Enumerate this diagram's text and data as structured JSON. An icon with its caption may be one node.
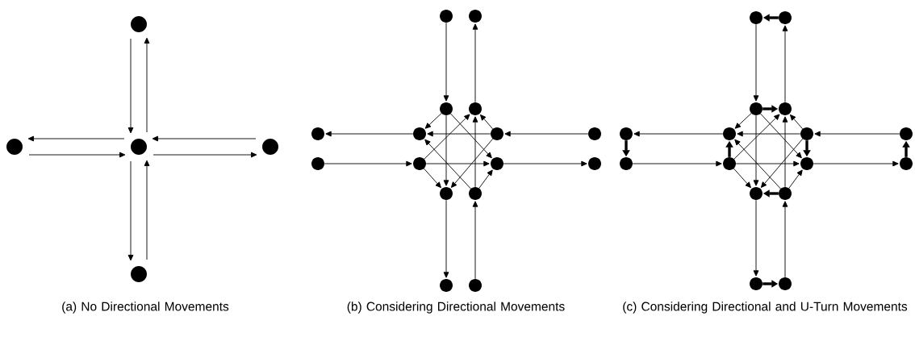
{
  "diagram": {
    "nodes": [
      {
        "text": [],
        "shape": "circle"
      },
      {
        "text": [],
        "shape": "circle"
      },
      {
        "text": [],
        "shape": "circle"
      },
      {
        "text": [],
        "shape": "circle"
      },
      {
        "text": [],
        "shape": "circle"
      },
      {
        "text": [],
        "shape": "circle"
      },
      {
        "text": [],
        "shape": "circle"
      },
      {
        "text": [],
        "shape": "circle"
      },
      {
        "text": [],
        "shape": "circle"
      },
      {
        "text": [],
        "shape": "circle"
      },
      {
        "text": [],
        "shape": "circle"
      },
      {
        "text": [],
        "shape": "circle"
      },
      {
        "text": [],
        "shape": "circle"
      },
      {
        "text": [],
        "shape": "circle"
      },
      {
        "text": [],
        "shape": "circle"
      },
      {
        "text": [],
        "shape": "circle"
      },
      {
        "text": [],
        "shape": "circle"
      },
      {
        "text": [],
        "shape": "circle"
      },
      {
        "text": [],
        "shape": "circle"
      },
      {
        "text": [],
        "shape": "circle"
      },
      {
        "text": [],
        "shape": "circle"
      },
      {
        "text": [],
        "shape": "circle"
      },
      {
        "text": [],
        "shape": "circle"
      },
      {
        "text": [],
        "shape": "circle"
      },
      {
        "text": [],
        "shape": "circle"
      },
      {
        "text": [],
        "shape": "circle"
      },
      {
        "text": [],
        "shape": "circle"
      },
      {
        "text": [],
        "shape": "circle"
      },
      {
        "text": [],
        "shape": "circle"
      },
      {
        "text": [],
        "shape": "circle"
      },
      {
        "text": [],
        "shape": "circle"
      },
      {
        "text": [],
        "shape": "circle"
      },
      {
        "text": [],
        "shape": "circle"
      },
      {
        "text": [],
        "shape": "circle"
      },
      {
        "text": [],
        "shape": "circle"
      },
      {
        "text": [],
        "shape": "circle"
      },
      {
        "text": [],
        "shape": "circle"
      }
    ],
    "edges": [
      {
        "from": 0,
        "to": 2,
        "arrow": "to"
      },
      {
        "from": 2,
        "to": 0,
        "arrow": "to"
      },
      {
        "from": 2,
        "to": 1,
        "arrow": "to"
      },
      {
        "from": 1,
        "to": 2,
        "arrow": "to"
      },
      {
        "from": 3,
        "to": 2,
        "arrow": "to"
      },
      {
        "from": 2,
        "to": 3,
        "arrow": "to"
      },
      {
        "from": 2,
        "to": 4,
        "arrow": "to"
      },
      {
        "from": 4,
        "to": 2,
        "arrow": "to"
      },
      {
        "from": 5,
        "to": 7,
        "arrow": "to"
      },
      {
        "from": 8,
        "to": 6,
        "arrow": "to"
      },
      {
        "from": 10,
        "to": 9,
        "arrow": "to"
      },
      {
        "from": 13,
        "to": 14,
        "arrow": "to"
      },
      {
        "from": 12,
        "to": 11,
        "arrow": "to"
      },
      {
        "from": 15,
        "to": 16,
        "arrow": "to"
      },
      {
        "from": 17,
        "to": 19,
        "arrow": "to"
      },
      {
        "from": 20,
        "to": 18,
        "arrow": "to"
      },
      {
        "from": 7,
        "to": 10,
        "arrow": "to"
      },
      {
        "from": 7,
        "to": 17,
        "arrow": "to"
      },
      {
        "from": 7,
        "to": 15,
        "arrow": "to"
      },
      {
        "from": 11,
        "to": 10,
        "arrow": "to"
      },
      {
        "from": 11,
        "to": 8,
        "arrow": "to"
      },
      {
        "from": 11,
        "to": 17,
        "arrow": "to"
      },
      {
        "from": 14,
        "to": 15,
        "arrow": "to"
      },
      {
        "from": 14,
        "to": 17,
        "arrow": "to"
      },
      {
        "from": 14,
        "to": 8,
        "arrow": "to"
      },
      {
        "from": 18,
        "to": 8,
        "arrow": "to"
      },
      {
        "from": 18,
        "to": 15,
        "arrow": "to"
      },
      {
        "from": 18,
        "to": 10,
        "arrow": "to"
      },
      {
        "from": 21,
        "to": 23,
        "arrow": "to"
      },
      {
        "from": 24,
        "to": 22,
        "arrow": "to"
      },
      {
        "from": 26,
        "to": 25,
        "arrow": "to"
      },
      {
        "from": 29,
        "to": 30,
        "arrow": "to"
      },
      {
        "from": 28,
        "to": 27,
        "arrow": "to"
      },
      {
        "from": 31,
        "to": 32,
        "arrow": "to"
      },
      {
        "from": 33,
        "to": 35,
        "arrow": "to"
      },
      {
        "from": 36,
        "to": 34,
        "arrow": "to"
      },
      {
        "from": 23,
        "to": 26,
        "arrow": "to"
      },
      {
        "from": 23,
        "to": 33,
        "arrow": "to"
      },
      {
        "from": 23,
        "to": 31,
        "arrow": "to"
      },
      {
        "from": 27,
        "to": 26,
        "arrow": "to"
      },
      {
        "from": 27,
        "to": 24,
        "arrow": "to"
      },
      {
        "from": 27,
        "to": 33,
        "arrow": "to"
      },
      {
        "from": 30,
        "to": 31,
        "arrow": "to"
      },
      {
        "from": 30,
        "to": 33,
        "arrow": "to"
      },
      {
        "from": 30,
        "to": 24,
        "arrow": "to"
      },
      {
        "from": 34,
        "to": 24,
        "arrow": "to"
      },
      {
        "from": 34,
        "to": 31,
        "arrow": "to"
      },
      {
        "from": 34,
        "to": 26,
        "arrow": "to"
      },
      {
        "from": 22,
        "to": 21,
        "arrow": "to",
        "style": "thick"
      },
      {
        "from": 25,
        "to": 29,
        "arrow": "to",
        "style": "thick"
      },
      {
        "from": 32,
        "to": 28,
        "arrow": "to",
        "style": "thick"
      },
      {
        "from": 35,
        "to": 36,
        "arrow": "to",
        "style": "thick"
      },
      {
        "from": 23,
        "to": 24,
        "arrow": "to",
        "style": "thick"
      },
      {
        "from": 27,
        "to": 31,
        "arrow": "to",
        "style": "thick"
      },
      {
        "from": 34,
        "to": 33,
        "arrow": "to",
        "style": "thick"
      },
      {
        "from": 30,
        "to": 26,
        "arrow": "to",
        "style": "thick"
      }
    ],
    "labels": [
      "(a) No Directional Movements",
      "(b) Considering Directional Movements",
      "(c) Considering Directional and U-Turn Movements"
    ]
  }
}
